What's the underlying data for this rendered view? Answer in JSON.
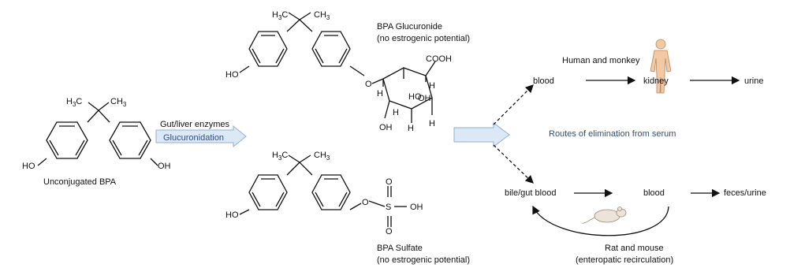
{
  "labels": {
    "unconjugated": "Unconjugated BPA",
    "enzymes": "Gut/liver enzymes",
    "process": "Glucuronidation",
    "glucuronide_name": "BPA Glucuronide",
    "glucuronide_note": "(no estrogenic potential)",
    "sulfate_name": "BPA Sulfate",
    "sulfate_note": "(no estrogenic potential)",
    "routes": "Routes of elimination from serum",
    "human_monkey": "Human and monkey",
    "rat_mouse": "Rat and mouse",
    "rat_mouse_note": "(enteropatic recirculation)"
  },
  "upper_route": {
    "blood": "blood",
    "kidney": "kidney",
    "urine": "urine"
  },
  "lower_route": {
    "bile": "bile/gut blood",
    "blood": "blood",
    "out": "feces/urine"
  },
  "chem": {
    "ho": "HO",
    "oh": "OH",
    "cooh": "COOH",
    "h": "H",
    "ho2": "HO",
    "o": "O",
    "s": "S",
    "c": "C",
    "h3": "H",
    "sub3": "3",
    "ch": "CH"
  },
  "colors": {
    "arrow_fill": "#dce8f5",
    "arrow_stroke": "#8fb0d6",
    "accent_text": "#2f4f7f"
  }
}
